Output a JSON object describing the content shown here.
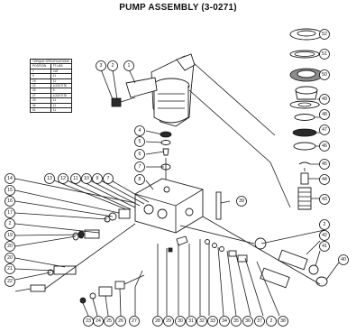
{
  "title": "PUMP ASSEMBLY (3-0271)",
  "torque_table": {
    "header": "TORQUE SPECIFICATIONS",
    "columns": [
      "POSITION",
      "FT-LBS"
    ],
    "rows": [
      [
        "7",
        "CAT"
      ],
      [
        "9",
        "11"
      ],
      [
        "19",
        "11"
      ],
      [
        "22",
        "LOCKTITE"
      ],
      [
        "26",
        "5"
      ],
      [
        "27",
        "LOCKTITE"
      ],
      [
        "29",
        "11"
      ],
      [
        "34",
        "11"
      ],
      [
        "51",
        "11"
      ]
    ]
  },
  "callouts": {
    "c1": "1",
    "c2": "2",
    "c3": "3",
    "c4": "4",
    "c5": "5",
    "c6": "6",
    "c7": "7",
    "c8": "8",
    "c9": "9",
    "c10": "10",
    "c11": "11",
    "c12": "12",
    "c13": "13",
    "c14": "14",
    "c15": "15",
    "c16": "16",
    "c17": "17",
    "c2b": "2",
    "c19": "19",
    "c20": "20",
    "c21": "21",
    "c22": "22",
    "c23": "23",
    "c24": "24",
    "c25": "25",
    "c26": "26",
    "c27": "27",
    "c28": "28",
    "c29": "29",
    "c30": "30",
    "c31": "31",
    "c32": "32",
    "c33": "33",
    "c34": "34",
    "c35": "35",
    "c36": "36",
    "c37": "37",
    "c2c": "2",
    "c38": "38",
    "c39": "39",
    "c52": "52",
    "c51": "51",
    "c50": "50",
    "c49": "49",
    "c48": "48",
    "c47": "47",
    "c46": "46",
    "c45": "45",
    "c44": "44",
    "c43": "43",
    "c2d": "2",
    "c42": "42",
    "c41": "41",
    "c40": "40"
  }
}
